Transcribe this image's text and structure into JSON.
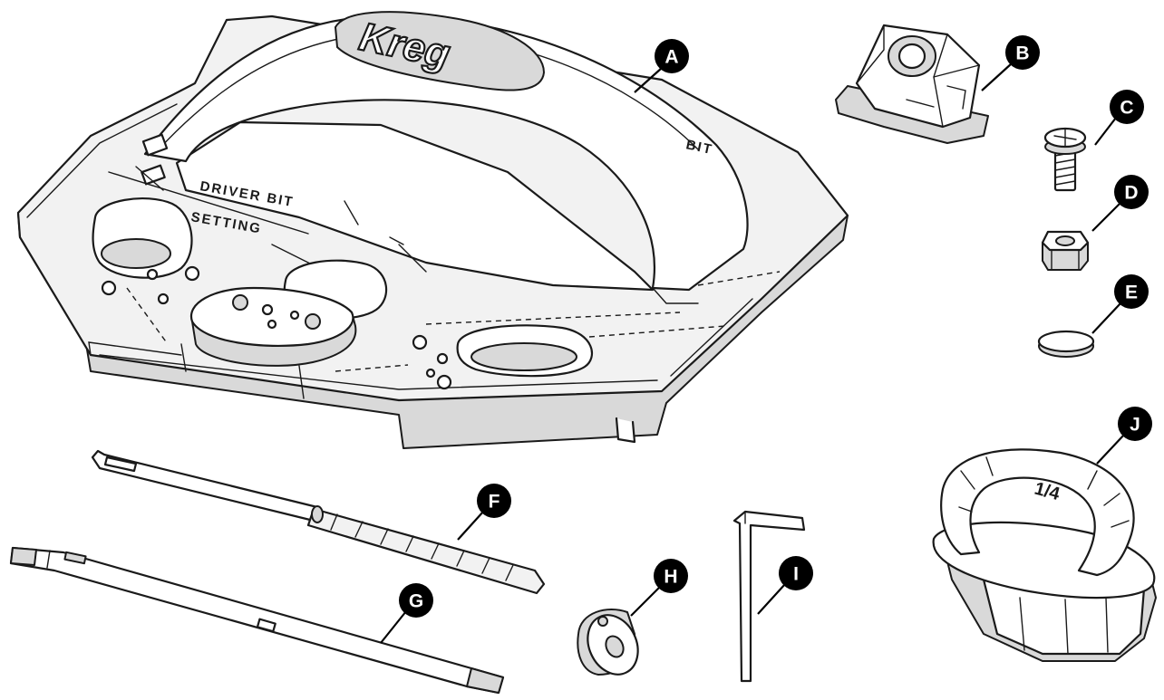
{
  "jig": {
    "logo": "Kreg",
    "engraving_line1": "DRIVER BIT",
    "engraving_line2": "SETTING",
    "engraving_right": "BIT"
  },
  "ring_label": "1/4",
  "parts": [
    {
      "key": "a",
      "letter": "A"
    },
    {
      "key": "b",
      "letter": "B"
    },
    {
      "key": "c",
      "letter": "C"
    },
    {
      "key": "d",
      "letter": "D"
    },
    {
      "key": "e",
      "letter": "E"
    },
    {
      "key": "f",
      "letter": "F"
    },
    {
      "key": "g",
      "letter": "G"
    },
    {
      "key": "h",
      "letter": "H"
    },
    {
      "key": "i",
      "letter": "I"
    },
    {
      "key": "j",
      "letter": "J"
    }
  ]
}
